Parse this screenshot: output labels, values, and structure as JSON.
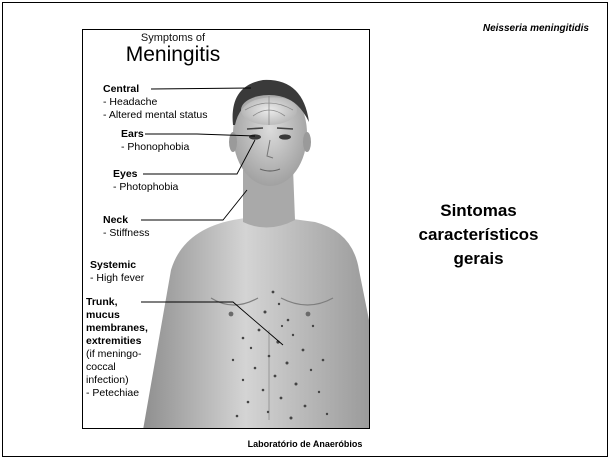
{
  "slide": {
    "organism": "Neisseria meningitidis",
    "title_lines": [
      "Sintomas",
      "característicos",
      "gerais"
    ],
    "footer": "Laboratório de Anaeróbios"
  },
  "figure": {
    "subtitle": "Symptoms of",
    "title": "Meningitis",
    "labels": {
      "central": {
        "heading": "Central",
        "items": [
          "- Headache",
          "- Altered mental status"
        ]
      },
      "ears": {
        "heading": "Ears",
        "items": [
          "- Phonophobia"
        ]
      },
      "eyes": {
        "heading": "Eyes",
        "items": [
          "- Photophobia"
        ]
      },
      "neck": {
        "heading": "Neck",
        "items": [
          "- Stiffness"
        ]
      },
      "systemic": {
        "heading": "Systemic",
        "items": [
          "- High fever"
        ]
      },
      "trunk": {
        "heading_lines": [
          "Trunk,",
          "mucus",
          "membranes,",
          "extremities"
        ],
        "items": [
          "(if meningo-",
          "coccal",
          "infection)",
          "- Petechiae"
        ]
      }
    }
  }
}
